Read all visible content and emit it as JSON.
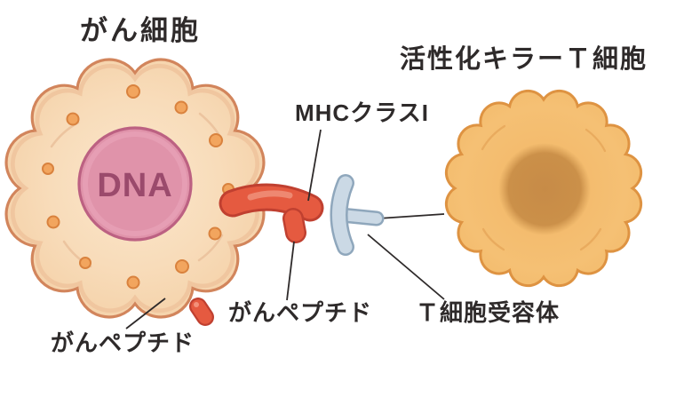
{
  "figure": {
    "background": "#ffffff",
    "labels": {
      "cancer_cell": "がん細胞",
      "activated_killer_t_cell": "活性化キラーＴ細胞",
      "mhc_class_i": "MHCクラスI",
      "dna": "DNA",
      "cancer_peptide_bottom_left": "がんペプチド",
      "cancer_peptide_center": "がんペプチド",
      "t_cell_receptor": "Ｔ細胞受容体"
    },
    "colors": {
      "cancer_cell_fill": "#f8dcba",
      "cancer_cell_outline": "#d2855c",
      "nucleus_fill": "#e093aa",
      "nucleus_outline": "#bc6182",
      "dna_text": "#9b4a6c",
      "organelle_dot": "#f2a55e",
      "organelle_dot_outline": "#d9823e",
      "mhc_red": "#e55a40",
      "mhc_red_outline": "#c04030",
      "receptor_blue": "#cbd9e5",
      "receptor_blue_outline": "#8fa7bc",
      "t_cell_fill": "#f5bd6e",
      "t_cell_outline": "#de9342",
      "t_cell_nucleus": "#cb9049",
      "pointer_line": "#2e2a2a",
      "label_text": "#2e2a2a"
    }
  }
}
